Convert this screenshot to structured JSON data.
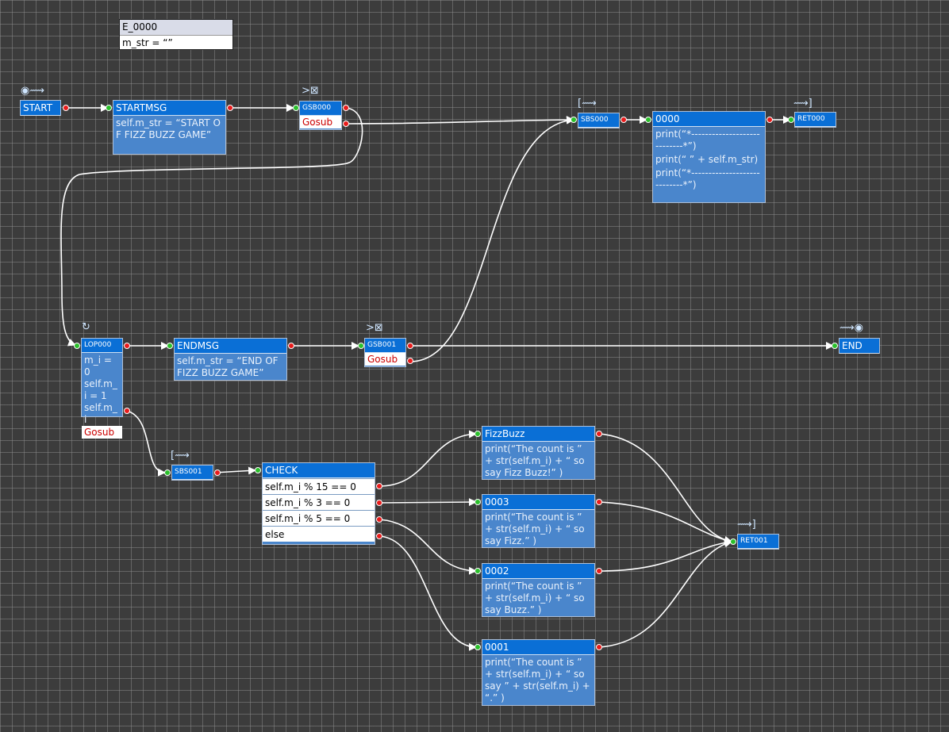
{
  "variables_box": {
    "title": "E_0000",
    "value": "m_str = “”"
  },
  "nodes": {
    "start": {
      "label": "START"
    },
    "startmsg": {
      "title": "STARTMSG",
      "code": "self.m_str = “START OF FIZZ BUZZ GAME”"
    },
    "gsb000": {
      "title": "GSB000",
      "gosub": "Gosub"
    },
    "sbs000": {
      "title": "SBS000"
    },
    "proc0000": {
      "title": "0000",
      "line1": "print(“*----------------------------*”)",
      "line2": "print(“    ” + self.m_str)",
      "line3": "print(“*----------------------------*”)"
    },
    "ret000": {
      "title": "RET000"
    },
    "lop000": {
      "title": "LOP000",
      "l1": "m_i = 0",
      "l2": "self.m_i = 1",
      "l3": "self.m_i",
      "gosub": "Gosub"
    },
    "endmsg": {
      "title": "ENDMSG",
      "code": "self.m_str = “END OF FIZZ BUZZ GAME”"
    },
    "gsb001": {
      "title": "GSB001",
      "gosub": "Gosub"
    },
    "end": {
      "label": "END"
    },
    "sbs001": {
      "title": "SBS001"
    },
    "check": {
      "title": "CHECK",
      "c1": "self.m_i % 15 == 0",
      "c2": "self.m_i % 3 == 0",
      "c3": "self.m_i % 5 == 0",
      "c4": "else"
    },
    "fizzbuzz": {
      "title": "FizzBuzz",
      "code": "print(“The count is ” + str(self.m_i) + “ so say Fizz Buzz!” )"
    },
    "p0003": {
      "title": "0003",
      "code": "print(“The count is ” + str(self.m_i) + “ so say Fizz.” )"
    },
    "p0002": {
      "title": "0002",
      "code": "print(“The count is ” + str(self.m_i) + “ so say Buzz.” )"
    },
    "p0001": {
      "title": "0001",
      "code": "print(“The count is ” + str(self.m_i) + “ so say ” + str(self.m_i) + “.” )"
    },
    "ret001": {
      "title": "RET001"
    }
  },
  "colors": {
    "node_header": "#0a6fd6",
    "node_body": "#4a86cc",
    "wire": "#ffffff",
    "port_in": "#2bc02b",
    "port_out": "#e81b1b",
    "gosub_text": "#cc0000"
  }
}
